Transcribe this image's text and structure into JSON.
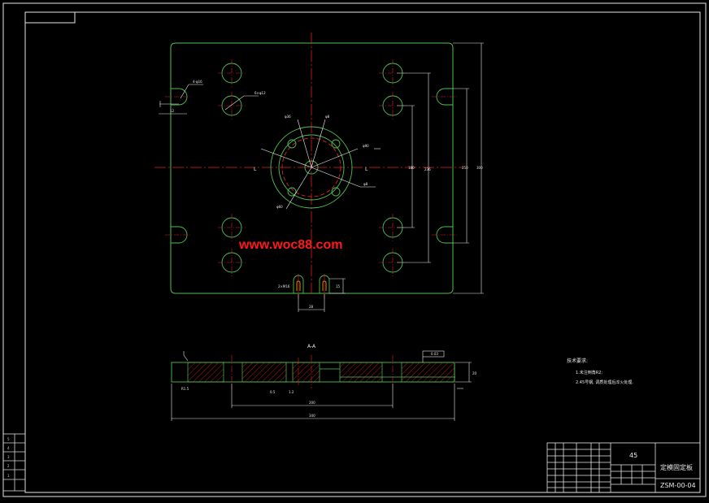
{
  "watermark": "www.woc88.com",
  "section_label": "A-A",
  "dim_top_symbols": [
    "L",
    "L"
  ],
  "small_annotations": {
    "left_hole": "4-φ16",
    "left_dim": "12",
    "bolt_holes": "6×φ12",
    "center_holes": "φ36",
    "center_small": "φ8",
    "ring_outer": "φ90",
    "ring_inner": "φ60",
    "ring_bolt": "φ8",
    "bottom_note": "2×M16",
    "slot_dim": "15",
    "slot_width": "28",
    "right_dim_1": "180",
    "right_dim_2": "236",
    "right_dim_3": "250",
    "right_dim_4": "300",
    "section_dim_left": "R1.5",
    "section_dim_mid": "0.5",
    "section_dim_mid2": "1.2",
    "section_dim_bottom": "200",
    "section_total": "340",
    "section_right": "20",
    "section_tol": "0.03"
  },
  "tech_requirements": {
    "title": "技术要求:",
    "line1": "1.未注倒角R2;",
    "line2": "2.45号钢, 调质处理后淬火处理."
  },
  "title_block": {
    "material": "45",
    "part_name": "定模固定板",
    "drawing_no": "ZSM-00-04"
  },
  "left_table_rows": [
    "5",
    "4",
    "3",
    "2",
    "1"
  ]
}
